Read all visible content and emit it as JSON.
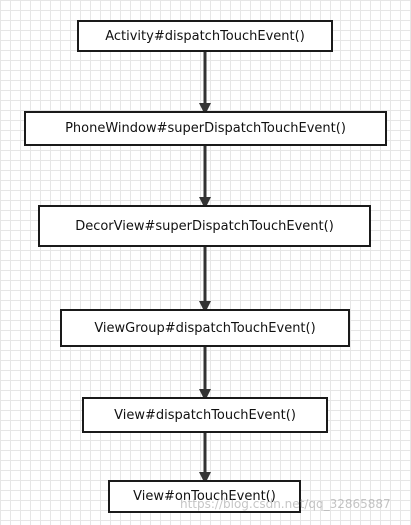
{
  "nodes": [
    {
      "label": "Activity#dispatchTouchEvent()"
    },
    {
      "label": "PhoneWindow#superDispatchTouchEvent()"
    },
    {
      "label": "DecorView#superDispatchTouchEvent()"
    },
    {
      "label": "ViewGroup#dispatchTouchEvent()"
    },
    {
      "label": "View#dispatchTouchEvent()"
    },
    {
      "label": "View#onTouchEvent()"
    }
  ],
  "watermark": "https://blog.csdn.net/qq_32865887",
  "colors": {
    "border": "#1a1a1a",
    "arrow": "#333333",
    "grid": "#e6e6e6",
    "background": "#ffffff"
  }
}
